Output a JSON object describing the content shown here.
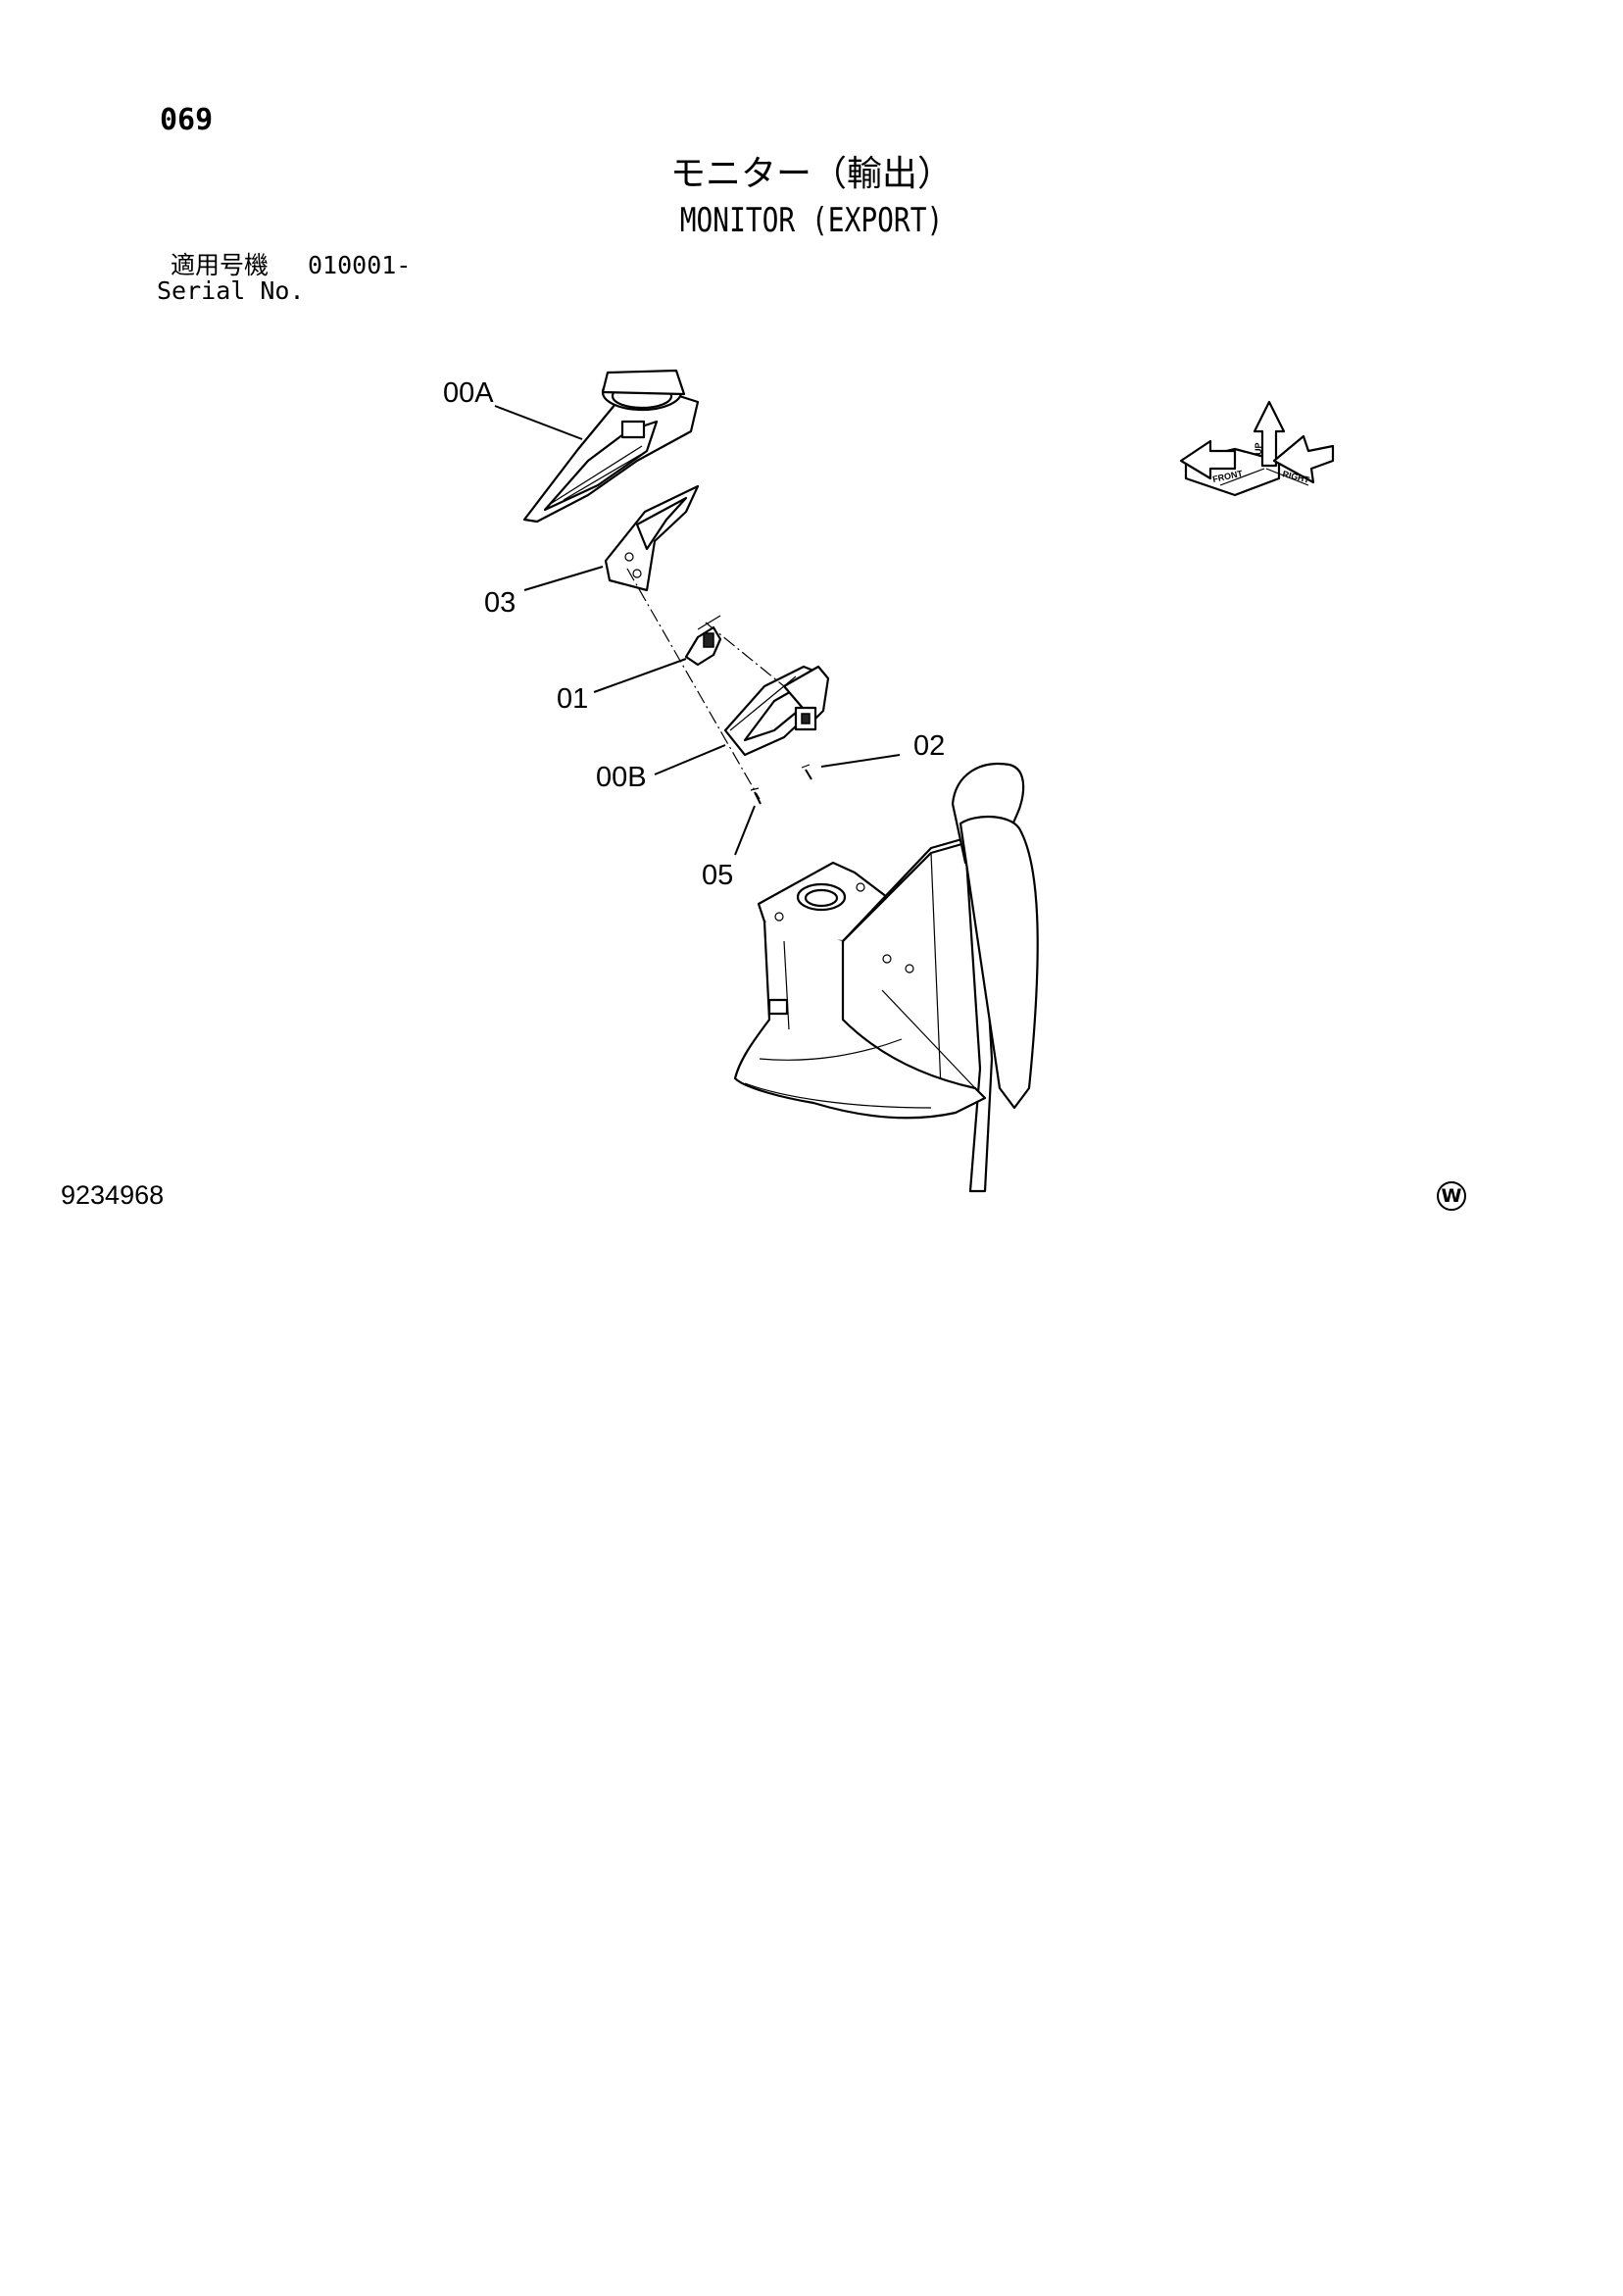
{
  "page": {
    "number": "069",
    "title_ja": "モニター（輸出）",
    "title_en": "MONITOR (EXPORT)",
    "serial_label_ja": "適用号機",
    "serial_range": "010001-",
    "serial_label_en": "Serial No.",
    "drawing_number": "9234968",
    "maker_mark": "W"
  },
  "callouts": [
    {
      "id": "00A",
      "label": "00A"
    },
    {
      "id": "03",
      "label": "03"
    },
    {
      "id": "01",
      "label": "01"
    },
    {
      "id": "02",
      "label": "02"
    },
    {
      "id": "00B",
      "label": "00B"
    },
    {
      "id": "05",
      "label": "05"
    }
  ],
  "orientation_indicator": {
    "front_label": "FRONT",
    "right_label": "RIGHT",
    "up_label": "UP"
  }
}
